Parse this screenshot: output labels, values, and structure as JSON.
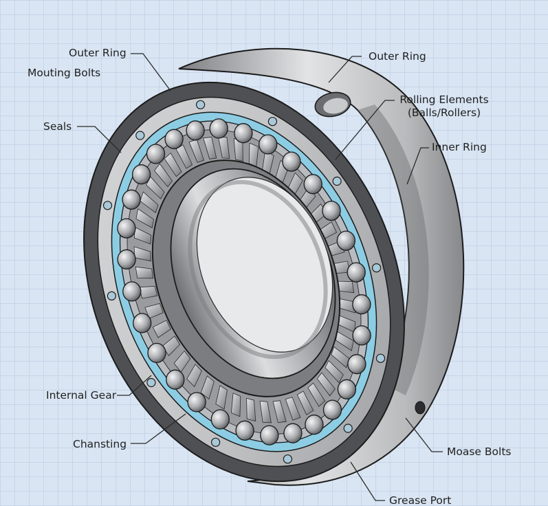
{
  "labels": {
    "outer_ring_left": "Outer Ring",
    "mounting_bolts": "Mouting Bolts",
    "seals": "Seals",
    "internal_gear": "Internal Gear",
    "chansting": "Chansting",
    "outer_ring_right": "Outer Ring",
    "rolling_elements_line1": "Rolling Elements",
    "rolling_elements_line2": "(Balls/Rollers)",
    "inner_ring": "Inner Ring",
    "moase_bolts": "Moase Bolts",
    "grease_port": "Grease Port"
  },
  "colors": {
    "background": "#d9e5f3",
    "grid": "#b3c5dc",
    "steel_light": "#cfd0d2",
    "steel_dark": "#5a5b5e",
    "seal_blue": "#8ccde4",
    "outline": "#1b1b1b"
  }
}
